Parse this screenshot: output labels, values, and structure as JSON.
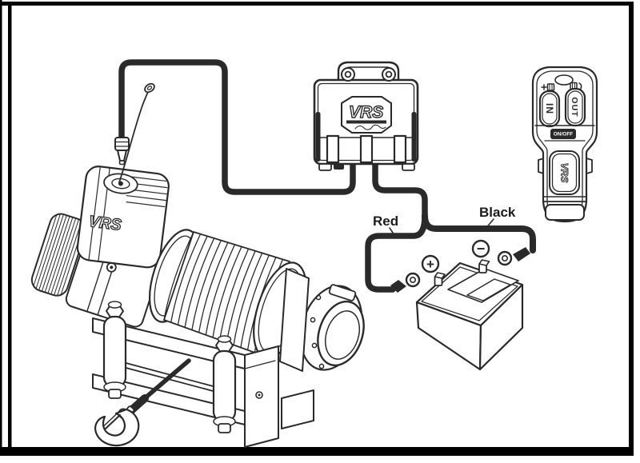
{
  "labels": {
    "red": "Red",
    "black": "Black"
  },
  "winch": {
    "logo": "VRS"
  },
  "control_box": {
    "logo": "VRS"
  },
  "remote": {
    "in": "IN",
    "out": "OUT",
    "power": "ON/OFF",
    "logo": "VRS"
  },
  "battery": {
    "positive": "+",
    "negative": "−"
  },
  "colors": {
    "line": "#2a2a2a",
    "background": "#ffffff",
    "frame": "#000000",
    "wire_black_fill": "#a8a8a8"
  }
}
